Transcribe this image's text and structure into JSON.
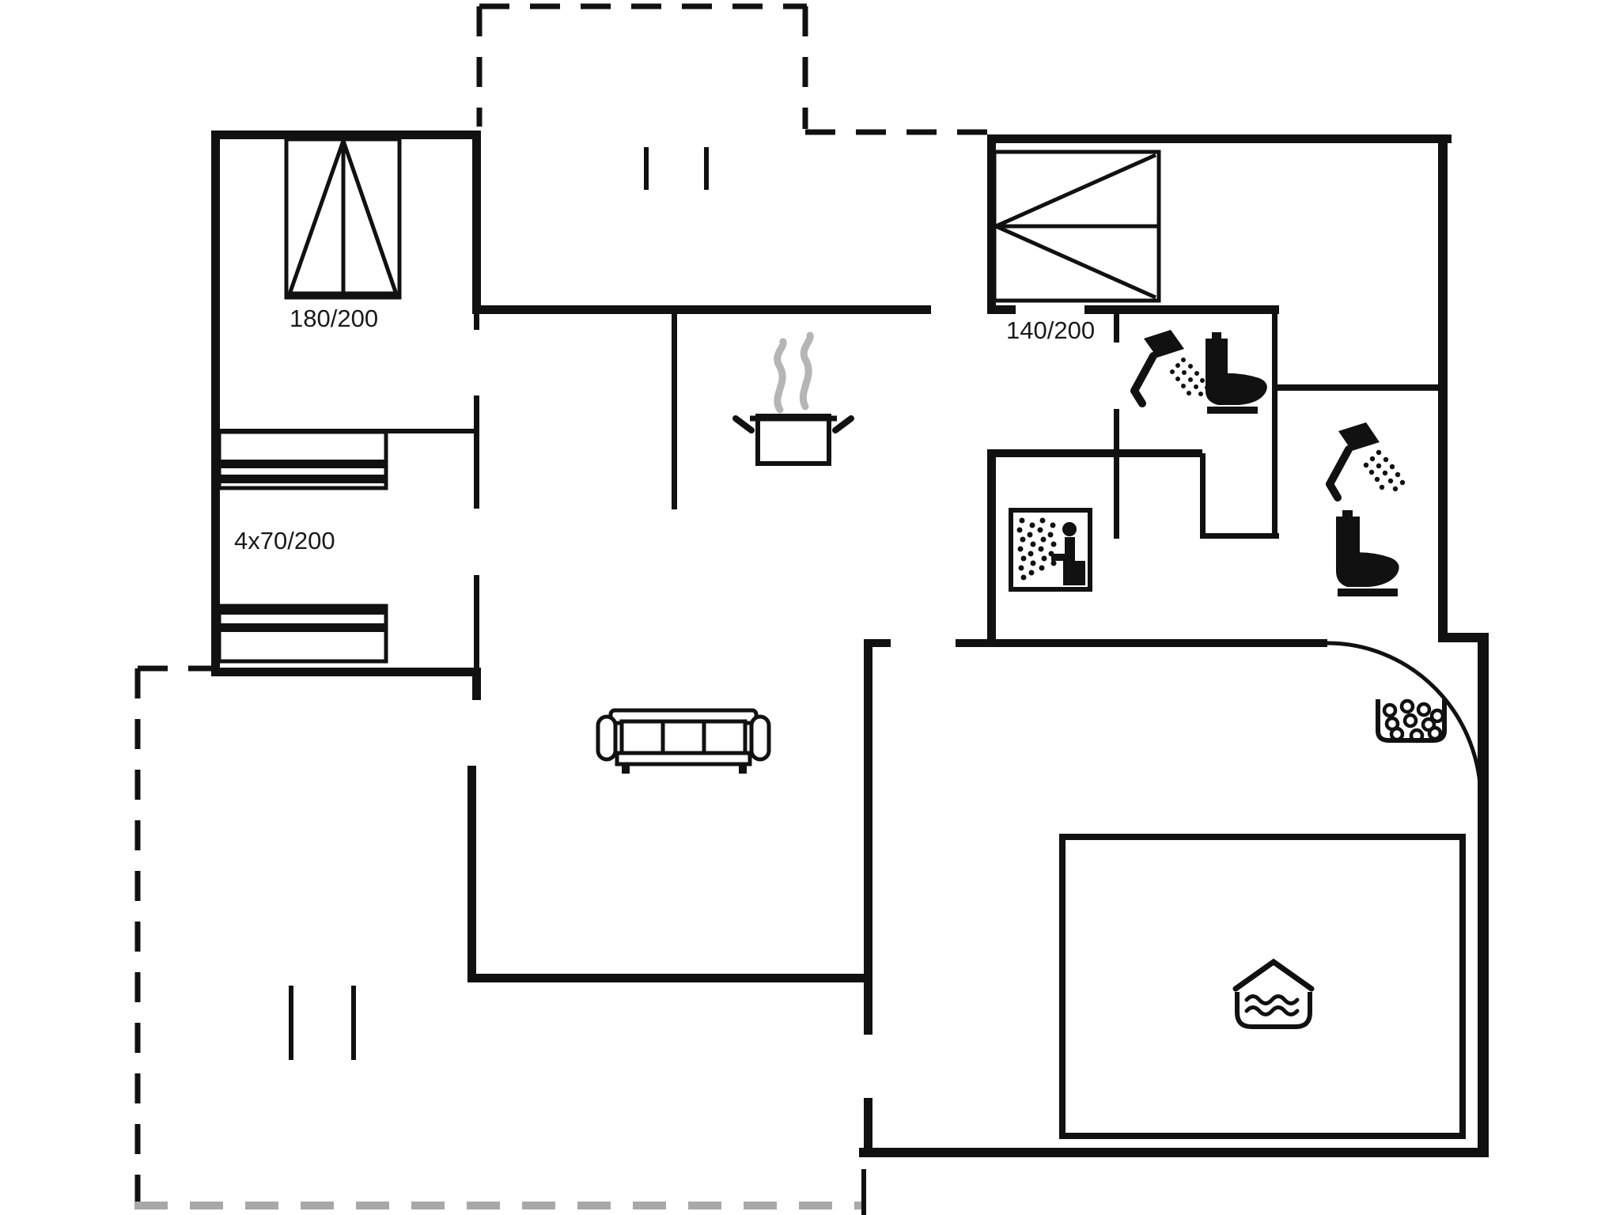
{
  "document": {
    "type": "floor-plan",
    "style": "black-and-white architectural plan"
  },
  "labels": {
    "double_bed": "180/200",
    "bunk_beds": "4x70/200",
    "small_double_bed": "140/200"
  },
  "icons": {
    "bed_double": "double-bed-symbol",
    "bed_bunk": "bunk-bed-symbol",
    "bed_140": "bed-symbol",
    "cooking_pot": "pot-with-steam-icon",
    "sofa": "sofa-top-view-icon",
    "shower_1": "shower-head-icon",
    "toilet_1": "toilet-icon",
    "shower_2": "shower-head-icon",
    "toilet_2": "toilet-icon",
    "sauna": "sauna-person-steam-icon",
    "whirlpool": "whirlpool-bubbles-icon",
    "pool_house": "pool-house-water-icon",
    "door_swing": "door-swing-arc",
    "terrace_steps_top": "steps-marks",
    "terrace_steps_bottom": "steps-marks"
  },
  "colors": {
    "line": "#111111",
    "text": "#1a1a1a",
    "steam": "#b5b5b5",
    "terrace_edge_gray": "#a8a8a8",
    "background": "#ffffff"
  }
}
